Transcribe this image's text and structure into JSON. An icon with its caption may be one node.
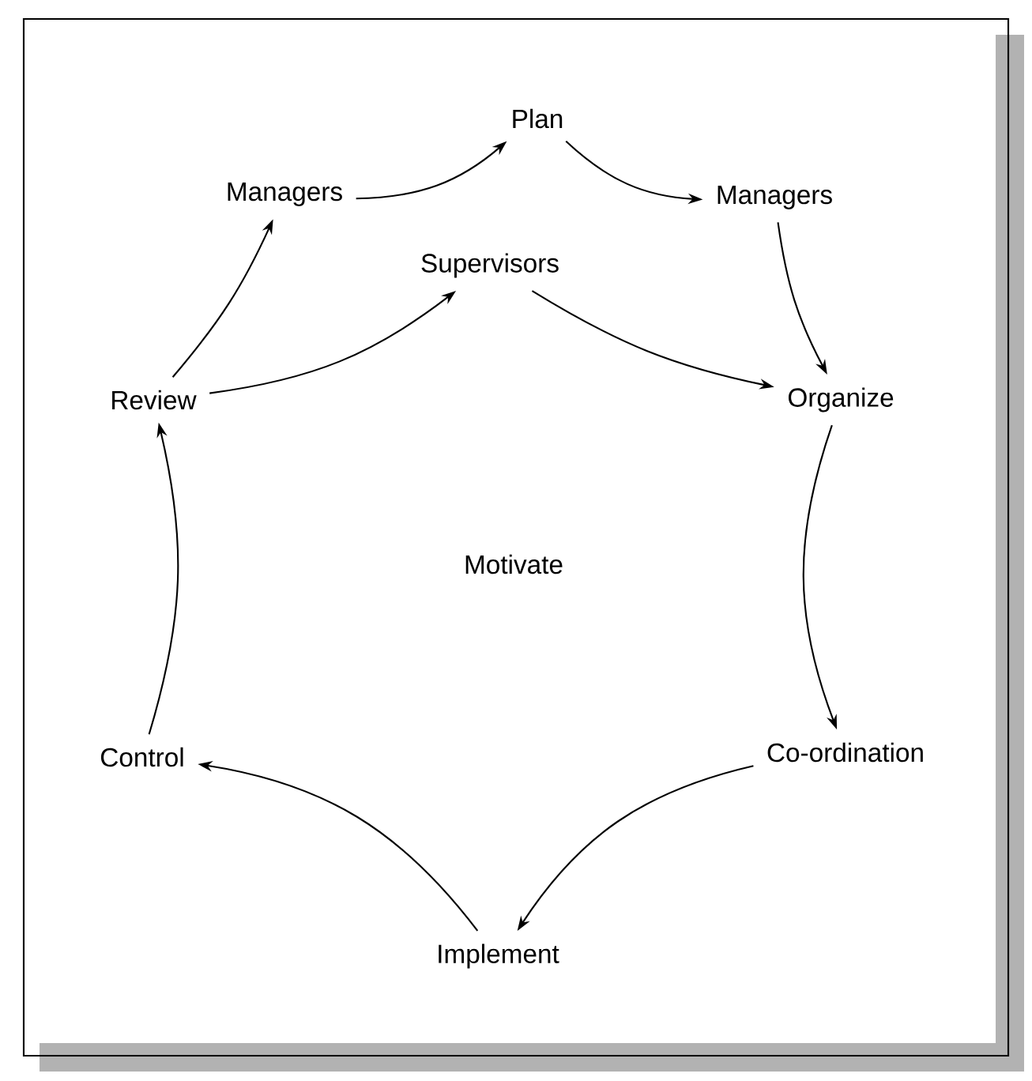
{
  "diagram": {
    "nodes": [
      {
        "text": [
          "Plan"
        ]
      },
      {
        "text": [
          "Managers"
        ]
      },
      {
        "text": [
          "Managers"
        ]
      },
      {
        "text": [
          "Supervisors"
        ]
      },
      {
        "text": [
          "Review"
        ]
      },
      {
        "text": [
          "Organize"
        ]
      },
      {
        "text": [
          "Motivate"
        ]
      },
      {
        "text": [
          "Control"
        ]
      },
      {
        "text": [
          "Co-ordination"
        ]
      },
      {
        "text": [
          "Implement"
        ]
      }
    ],
    "edges": [
      {
        "from": 1,
        "to": 0,
        "arrow": "to"
      },
      {
        "from": 0,
        "to": 2,
        "arrow": "to"
      },
      {
        "from": 2,
        "to": 5,
        "arrow": "to"
      },
      {
        "from": 4,
        "to": 1,
        "arrow": "to"
      },
      {
        "from": 4,
        "to": 3,
        "arrow": "to"
      },
      {
        "from": 3,
        "to": 5,
        "arrow": "to"
      },
      {
        "from": 5,
        "to": 8,
        "arrow": "to"
      },
      {
        "from": 8,
        "to": 9,
        "arrow": "to"
      },
      {
        "from": 9,
        "to": 7,
        "arrow": "to"
      },
      {
        "from": 7,
        "to": 4,
        "arrow": "to"
      }
    ]
  }
}
